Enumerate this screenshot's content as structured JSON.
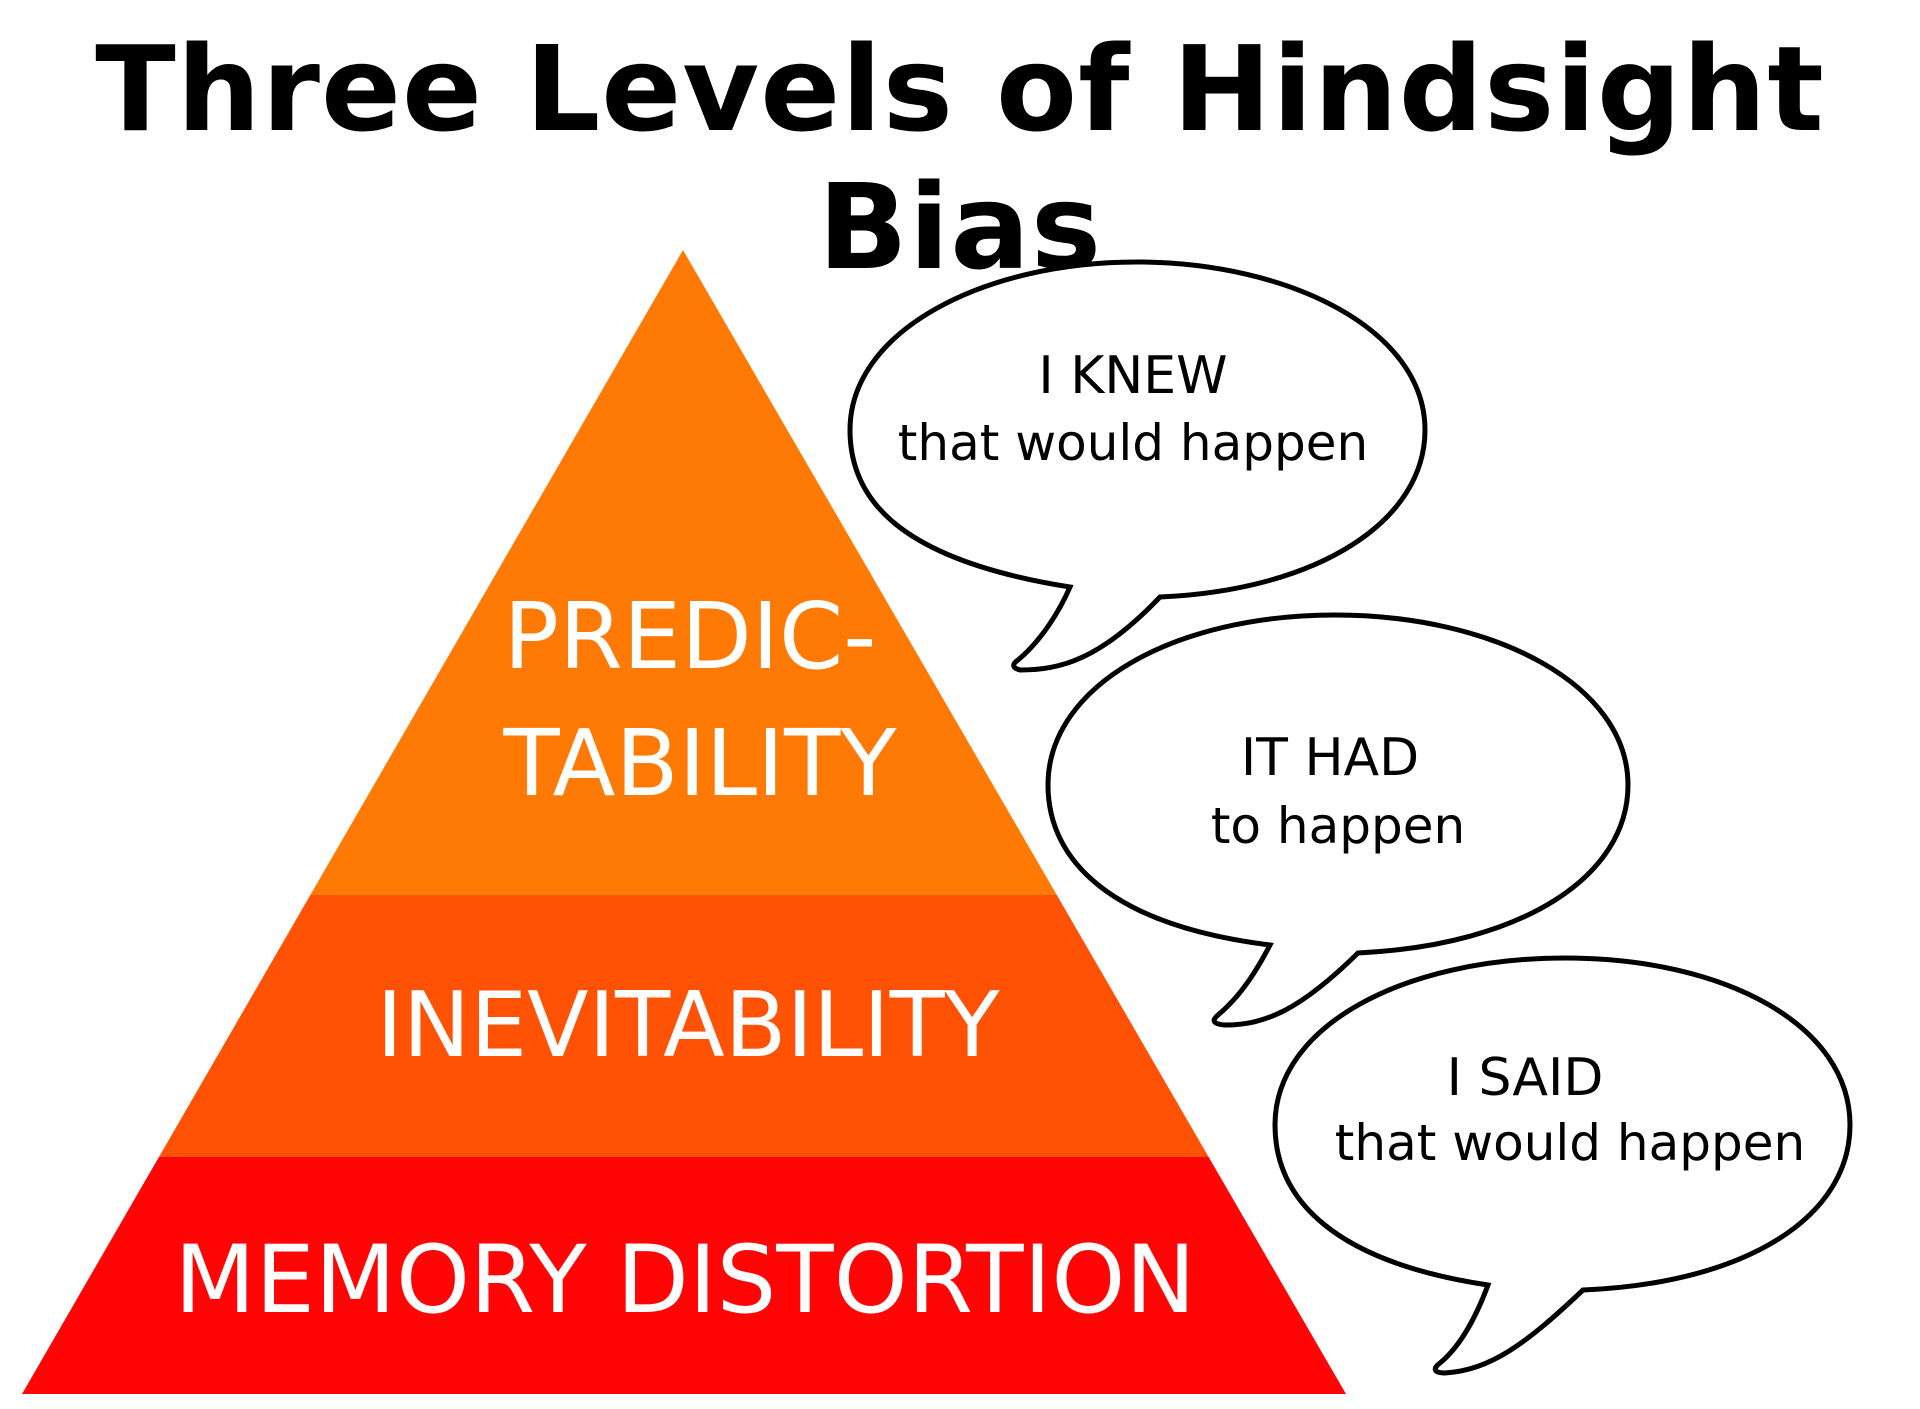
{
  "title": "Three Levels of Hindsight Bias",
  "colors": {
    "top_level": "#FF7A05",
    "middle_level": "#FF5205",
    "bottom_level": "#FF0505",
    "bubble_fill": "#FFFFFF",
    "bubble_stroke": "#000000",
    "level_text": "#FFFFFF"
  },
  "levels": [
    {
      "name": "predictability",
      "line1": "PREDIC-",
      "line2": "TABILITY"
    },
    {
      "name": "inevitability",
      "line1": "INEVITABILITY"
    },
    {
      "name": "memory-distortion",
      "line1": "MEMORY DISTORTION"
    }
  ],
  "bubbles": [
    {
      "line1": "I KNEW",
      "line2": "that would happen"
    },
    {
      "line1": "IT HAD",
      "line2": "to happen"
    },
    {
      "line1": "I SAID",
      "line2": "that would happen"
    }
  ]
}
